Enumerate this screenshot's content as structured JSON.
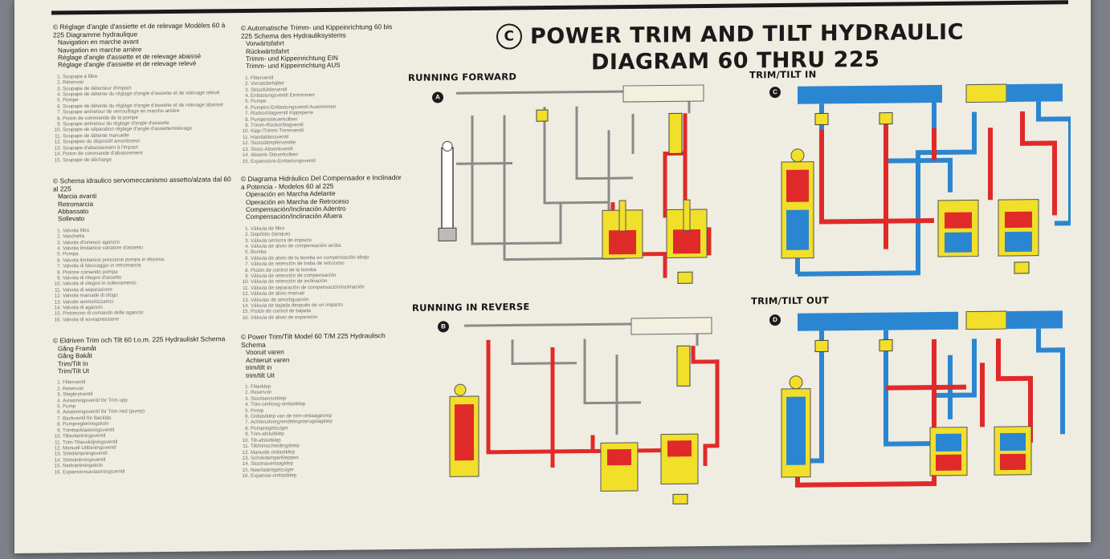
{
  "header": {
    "title_symbol": "C",
    "title_line1": "POWER TRIM AND TILT HYDRAULIC",
    "title_line2": "DIAGRAM 60 THRU 225"
  },
  "diagrams": {
    "a": {
      "letter": "A",
      "title": "RUNNING FORWARD"
    },
    "b": {
      "letter": "B",
      "title": "RUNNING IN REVERSE"
    },
    "c": {
      "letter": "C",
      "title": "TRIM/TILT IN"
    },
    "d": {
      "letter": "D",
      "title": "TRIM/TILT OUT"
    }
  },
  "colors": {
    "pressure": "#e02a2a",
    "return": "#2b86d1",
    "reservoir": "#f1df2a",
    "line": "#8a8a8a"
  },
  "legend_fr": {
    "heading": "© Réglage d'angle d'assiette et de relevage Modèles 60 à 225 Diagramme hydraulique",
    "items": [
      "Navigation en marche avant",
      "Navigation en marche arrière",
      "Réglage d'angle d'assiette et de relevage abaissé",
      "Réglage d'angle d'assiette et de relevage relevé"
    ],
    "parts": [
      "Soupape à filtre",
      "Réservoir",
      "Soupape de détecteur d'impact",
      "Soupape de détente du réglage d'angle d'assiette et de relevage relevé",
      "Pompe",
      "Soupape de détente du réglage d'angle d'assiette et de relevage abaissé",
      "Soupape antiretour de verrouillage en marche arrière",
      "Piston de commande de la pompe",
      "Soupape antiretour du réglage d'angle d'assiette",
      "Soupape de séparation réglage d'angle d'assiette/relevage",
      "Soupape de détente manuelle",
      "Soupapes du dispositif amortisseur",
      "Soupape d'abaissement à l'impact",
      "Piston de commande d'abaissement",
      "Soupape de décharge"
    ]
  },
  "legend_de": {
    "heading": "© Automatische Trimm- und Kippeinrichtung 60 bis 225 Schema des Hydrauliksystems",
    "items": [
      "Vorwärtsfahrt",
      "Rückwärtsfahrt",
      "Trimm- und Kippeinrichtung EIN",
      "Trimm- und Kippeinrichtung AUS"
    ],
    "parts": [
      "Filterventil",
      "Vorratsbehälter",
      "Stossfühlerventil",
      "Entlastungsventil Eintrimmen",
      "Pumpe",
      "Pumpen-Entlastungsventil Austrimmen",
      "Rückschlagventil Kippsperre",
      "Pumpensteuerkolben",
      "Trimm-Rückschlagventil",
      "Kipp-/Trimm-Trennventil",
      "Handablassventil",
      "Stossdämpferventile",
      "Stoss-Absenkventil",
      "Absenk-Steuerkolben",
      "Expansions-Entlastungsventil"
    ]
  },
  "legend_it": {
    "heading": "© Schema idraulico servomeccanismo assetto/alzata dal 60 al 225",
    "items": [
      "Marcia avanti",
      "Retromarcia",
      "Abbassato",
      "Sollevato"
    ],
    "parts": [
      "Valvola filtro",
      "Vaschetta",
      "Valvola d'innesco agancio",
      "Valvola limitatrice variatore d'assetto",
      "Pompa",
      "Valvola limitatrice pressione pompa in discesa",
      "Valvola di bloccaggio in retromarcia",
      "Pistone comando pompa",
      "Valvola di ritegno d'assetto",
      "Valvola di ritegno in sollevamento",
      "Valvola di separazione",
      "Valvola manuale di sfogo",
      "Valvole ammortizzatrici",
      "Valvola di agancio",
      "Pistoncino di comando delle agancio",
      "Valvola di sovrapressione"
    ]
  },
  "legend_es": {
    "heading": "© Diagrama Hidráulico Del Compensador e Inclinador a Potencia - Modelos 60 al 225",
    "items": [
      "Operación en Marcha Adelante",
      "Operación en Marcha de Retroceso",
      "Compensación/Inclinación Adentro",
      "Compensación/Inclinación Afuera"
    ],
    "parts": [
      "Válvula de filtro",
      "Depósito (tanque)",
      "Válvula sensora de impacto",
      "Válvula de alivio de compensación arriba",
      "Bomba",
      "Válvula de alivio de la bomba en compensación abajo",
      "Válvula de retención de traba de retroceso",
      "Pistón de control de la bomba",
      "Válvula de retención de compensación",
      "Válvula de retención de inclinación",
      "Válvula de separación de compensación/inclinación",
      "Válvula de alivio manual",
      "Válvulas de amortiguación",
      "Válvula de bajada después de un impacto",
      "Pistón de control de bajada",
      "Válvula de alivio de expansión"
    ]
  },
  "legend_sv": {
    "heading": "© Eldriven Trim och Tilt 60 t.o.m. 225 Hydrauliskt Schema",
    "items": [
      "Gång Framåt",
      "Gång Bakåt",
      "Trim/Tilt In",
      "Trim/Tilt Ut"
    ],
    "parts": [
      "Filterventil",
      "Reservoir",
      "Stegbrytventil",
      "Avlastningsventil för Trim upp",
      "Pump",
      "Avlastningsventil för Trim ned (pump)",
      "Backventil för Backläs",
      "Pumpreglerinngskolv",
      "Trimbacklastningsventil",
      "Tiltavlastningsventil",
      "Trim-Tiltavskiljningsventil",
      "Manuell Utlösningsventil",
      "Stötdämpningsventil",
      "Stötsänkningsventil",
      "Nedsänkningskolv",
      "Expansionsavlastningsventil"
    ]
  },
  "legend_nl": {
    "heading": "© Power Trim/Tilt Model 60 T/M 225 Hydraulisch Schema",
    "items": [
      "Vooruit varen",
      "Achteruit varen",
      "trim/tilt in",
      "trim/tilt Uit"
    ],
    "parts": [
      "Filterklep",
      "Reservoir",
      "Stootsensorklep",
      "Trim-omhoog-ontlastklep",
      "Pomp",
      "Ontlastklep van de trim-omlaagpomp",
      "Achteruitvergrendelingsterugslagklep",
      "Pompregelzuiger",
      "Trim-afsluitklep",
      "Tilt-afsluitklep",
      "Tilt/trimscheidingsklep",
      "Manuele ontlastklep",
      "Schokdemperkleppen",
      "Stootnaverlaagklep",
      "Neerlaatregelzuiger",
      "Expansie-ontlastklep"
    ]
  }
}
